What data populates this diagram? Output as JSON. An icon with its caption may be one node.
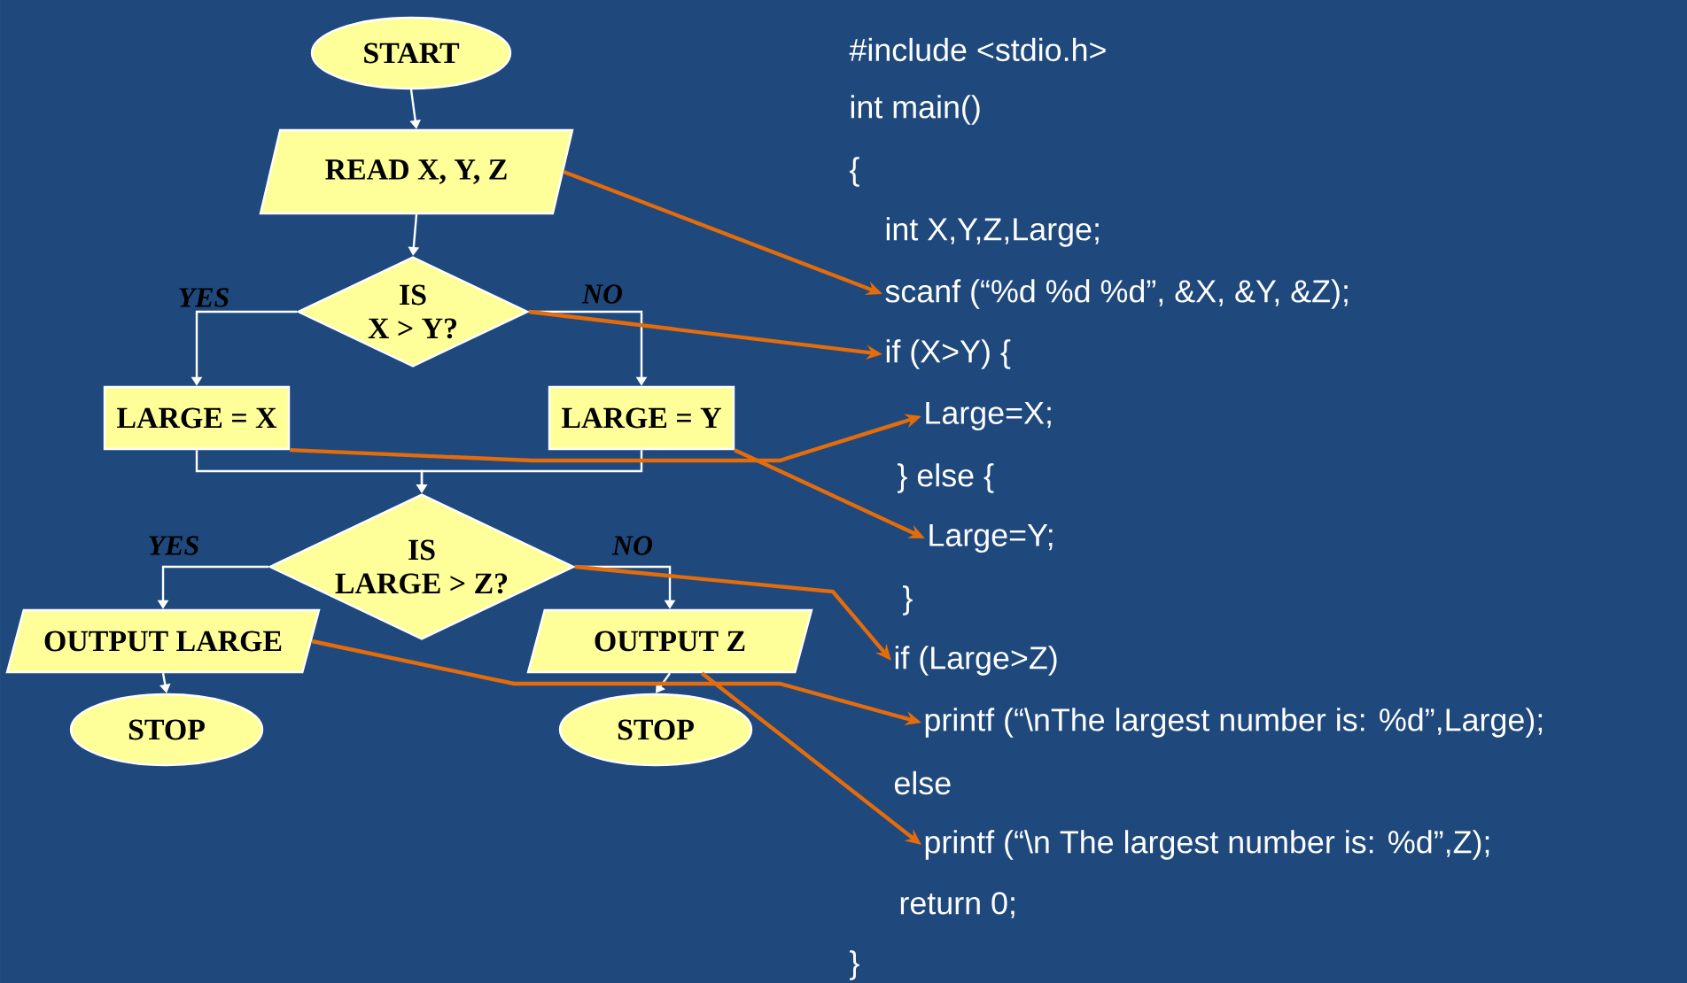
{
  "diagram": {
    "nodes": [
      {
        "text": [
          "START"
        ]
      },
      {
        "text": [
          "READ  X, Y, Z"
        ]
      },
      {
        "text": [
          "IS X > Y?"
        ]
      },
      {
        "text": [
          "LARGE = X"
        ]
      },
      {
        "text": [
          "LARGE = Y"
        ]
      },
      {
        "text": [
          "IS LARGE > Z?"
        ]
      },
      {
        "text": [
          "OUTPUT  LARGE"
        ]
      },
      {
        "text": [
          "OUTPUT  Z"
        ]
      },
      {
        "text": [
          "STOP"
        ]
      },
      {
        "text": [
          "STOP"
        ]
      },
      {
        "text": [
          "#include <stdio.h>"
        ]
      },
      {
        "text": [
          "int main()"
        ]
      },
      {
        "text": [
          "{"
        ]
      },
      {
        "text": [
          "int  X,Y,Z,Large;"
        ]
      },
      {
        "text": [
          "scanf (“%d %d %d”, &X, &Y, &Z);"
        ]
      },
      {
        "text": [
          "if (X>Y)    {"
        ]
      },
      {
        "text": [
          "Large=X;"
        ]
      },
      {
        "text": [
          "}    else {"
        ]
      },
      {
        "text": [
          "Large=Y;"
        ]
      },
      {
        "text": [
          "}"
        ]
      },
      {
        "text": [
          "if (Large>Z)"
        ]
      },
      {
        "text": [
          "printf (“\\nThe largest number is: %d”,Large);"
        ]
      },
      {
        "text": [
          "else"
        ]
      },
      {
        "text": [
          "printf (“\\n The largest number is: %d”,Z);"
        ]
      },
      {
        "text": [
          "return 0;"
        ]
      },
      {
        "text": [
          "}"
        ]
      }
    ],
    "edges": [
      {
        "from": 0,
        "to": 1,
        "arrow": "to"
      },
      {
        "from": 1,
        "to": 2,
        "arrow": "to"
      },
      {
        "from": 2,
        "to": 3,
        "arrow": "to",
        "label": "YES"
      },
      {
        "from": 2,
        "to": 4,
        "arrow": "to",
        "label": "NO"
      },
      {
        "from": 3,
        "to": 5,
        "arrow": "to"
      },
      {
        "from": 4,
        "to": 5,
        "arrow": "to"
      },
      {
        "from": 5,
        "to": 6,
        "arrow": "to",
        "label": "YES"
      },
      {
        "from": 5,
        "to": 7,
        "arrow": "to",
        "label": "NO"
      },
      {
        "from": 6,
        "to": 8,
        "arrow": "to"
      },
      {
        "from": 7,
        "to": 9,
        "arrow": "to"
      },
      {
        "from": 1,
        "to": 14,
        "arrow": "to",
        "color": "#e46c0a"
      },
      {
        "from": 2,
        "to": 15,
        "arrow": "to",
        "color": "#e46c0a"
      },
      {
        "from": 3,
        "to": 16,
        "arrow": "to",
        "color": "#e46c0a"
      },
      {
        "from": 4,
        "to": 18,
        "arrow": "to",
        "color": "#e46c0a"
      },
      {
        "from": 5,
        "to": 20,
        "arrow": "to",
        "color": "#e46c0a"
      },
      {
        "from": 6,
        "to": 21,
        "arrow": "to",
        "color": "#e46c0a"
      },
      {
        "from": 7,
        "to": 23,
        "arrow": "to",
        "color": "#e46c0a"
      }
    ]
  }
}
